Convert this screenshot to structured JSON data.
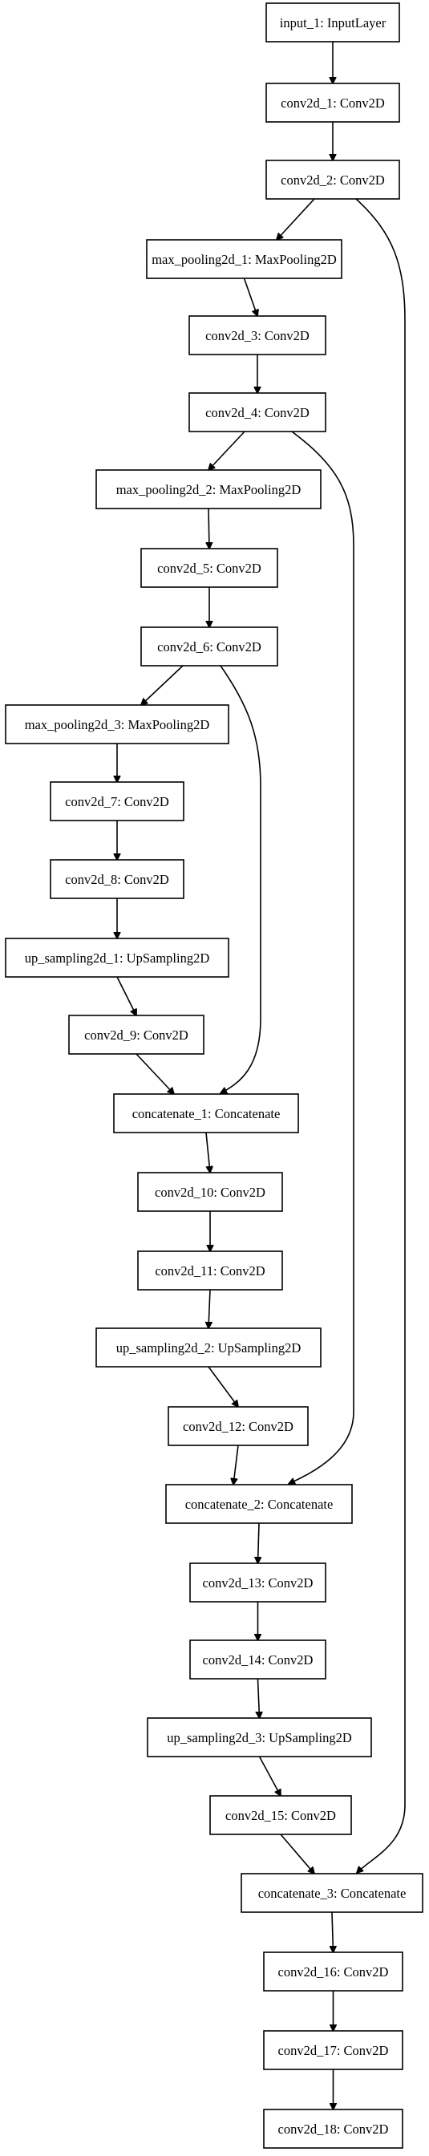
{
  "diagram": {
    "type": "model-graph",
    "nodes": [
      {
        "id": "input_1",
        "label": "input_1: InputLayer"
      },
      {
        "id": "conv2d_1",
        "label": "conv2d_1: Conv2D"
      },
      {
        "id": "conv2d_2",
        "label": "conv2d_2: Conv2D"
      },
      {
        "id": "max_pooling2d_1",
        "label": "max_pooling2d_1: MaxPooling2D"
      },
      {
        "id": "conv2d_3",
        "label": "conv2d_3: Conv2D"
      },
      {
        "id": "conv2d_4",
        "label": "conv2d_4: Conv2D"
      },
      {
        "id": "max_pooling2d_2",
        "label": "max_pooling2d_2: MaxPooling2D"
      },
      {
        "id": "conv2d_5",
        "label": "conv2d_5: Conv2D"
      },
      {
        "id": "conv2d_6",
        "label": "conv2d_6: Conv2D"
      },
      {
        "id": "max_pooling2d_3",
        "label": "max_pooling2d_3: MaxPooling2D"
      },
      {
        "id": "conv2d_7",
        "label": "conv2d_7: Conv2D"
      },
      {
        "id": "conv2d_8",
        "label": "conv2d_8: Conv2D"
      },
      {
        "id": "up_sampling2d_1",
        "label": "up_sampling2d_1: UpSampling2D"
      },
      {
        "id": "conv2d_9",
        "label": "conv2d_9: Conv2D"
      },
      {
        "id": "concatenate_1",
        "label": "concatenate_1: Concatenate"
      },
      {
        "id": "conv2d_10",
        "label": "conv2d_10: Conv2D"
      },
      {
        "id": "conv2d_11",
        "label": "conv2d_11: Conv2D"
      },
      {
        "id": "up_sampling2d_2",
        "label": "up_sampling2d_2: UpSampling2D"
      },
      {
        "id": "conv2d_12",
        "label": "conv2d_12: Conv2D"
      },
      {
        "id": "concatenate_2",
        "label": "concatenate_2: Concatenate"
      },
      {
        "id": "conv2d_13",
        "label": "conv2d_13: Conv2D"
      },
      {
        "id": "conv2d_14",
        "label": "conv2d_14: Conv2D"
      },
      {
        "id": "up_sampling2d_3",
        "label": "up_sampling2d_3: UpSampling2D"
      },
      {
        "id": "conv2d_15",
        "label": "conv2d_15: Conv2D"
      },
      {
        "id": "concatenate_3",
        "label": "concatenate_3: Concatenate"
      },
      {
        "id": "conv2d_16",
        "label": "conv2d_16: Conv2D"
      },
      {
        "id": "conv2d_17",
        "label": "conv2d_17: Conv2D"
      },
      {
        "id": "conv2d_18",
        "label": "conv2d_18: Conv2D"
      }
    ],
    "edges": [
      {
        "from": "input_1",
        "to": "conv2d_1"
      },
      {
        "from": "conv2d_1",
        "to": "conv2d_2"
      },
      {
        "from": "conv2d_2",
        "to": "max_pooling2d_1"
      },
      {
        "from": "conv2d_2",
        "to": "concatenate_3"
      },
      {
        "from": "max_pooling2d_1",
        "to": "conv2d_3"
      },
      {
        "from": "conv2d_3",
        "to": "conv2d_4"
      },
      {
        "from": "conv2d_4",
        "to": "max_pooling2d_2"
      },
      {
        "from": "conv2d_4",
        "to": "concatenate_2"
      },
      {
        "from": "max_pooling2d_2",
        "to": "conv2d_5"
      },
      {
        "from": "conv2d_5",
        "to": "conv2d_6"
      },
      {
        "from": "conv2d_6",
        "to": "max_pooling2d_3"
      },
      {
        "from": "conv2d_6",
        "to": "concatenate_1"
      },
      {
        "from": "max_pooling2d_3",
        "to": "conv2d_7"
      },
      {
        "from": "conv2d_7",
        "to": "conv2d_8"
      },
      {
        "from": "conv2d_8",
        "to": "up_sampling2d_1"
      },
      {
        "from": "up_sampling2d_1",
        "to": "conv2d_9"
      },
      {
        "from": "conv2d_9",
        "to": "concatenate_1"
      },
      {
        "from": "concatenate_1",
        "to": "conv2d_10"
      },
      {
        "from": "conv2d_10",
        "to": "conv2d_11"
      },
      {
        "from": "conv2d_11",
        "to": "up_sampling2d_2"
      },
      {
        "from": "up_sampling2d_2",
        "to": "conv2d_12"
      },
      {
        "from": "conv2d_12",
        "to": "concatenate_2"
      },
      {
        "from": "concatenate_2",
        "to": "conv2d_13"
      },
      {
        "from": "conv2d_13",
        "to": "conv2d_14"
      },
      {
        "from": "conv2d_14",
        "to": "up_sampling2d_3"
      },
      {
        "from": "up_sampling2d_3",
        "to": "conv2d_15"
      },
      {
        "from": "conv2d_15",
        "to": "concatenate_3"
      },
      {
        "from": "concatenate_3",
        "to": "conv2d_16"
      },
      {
        "from": "conv2d_16",
        "to": "conv2d_17"
      },
      {
        "from": "conv2d_17",
        "to": "conv2d_18"
      }
    ]
  }
}
